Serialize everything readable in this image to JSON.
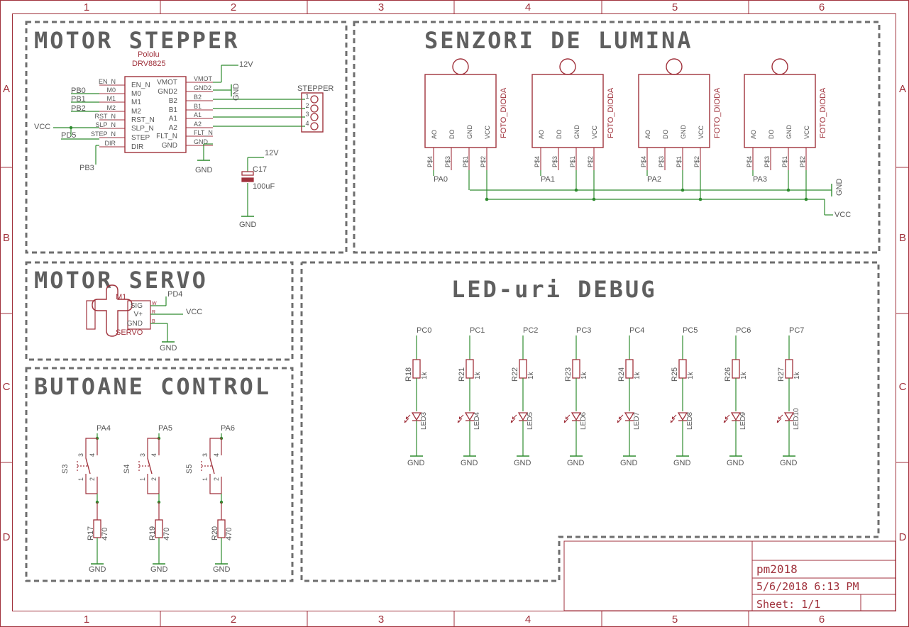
{
  "frame": {
    "columns": [
      "1",
      "2",
      "3",
      "4",
      "5",
      "6"
    ],
    "rows": [
      "A",
      "B",
      "C",
      "D"
    ]
  },
  "colors": {
    "frame": "#a0323c",
    "wire": "#2e8b2e",
    "part": "#a0323c",
    "text": "#555555",
    "dash": "#6e6e6e"
  },
  "sections": {
    "stepper": "MOTOR STEPPER",
    "light": "SENZORI DE LUMINA",
    "servo": "MOTOR SERVO",
    "buttons": "BUTOANE CONTROL",
    "leds": "LED-uri DEBUG"
  },
  "driver": {
    "brand": "Pololu",
    "model": "DRV8825",
    "left_pins": [
      "EN_N",
      "M0",
      "M1",
      "M2",
      "RST_N",
      "SLP_N",
      "STEP",
      "DIR"
    ],
    "right_pins": [
      "VMOT",
      "GND2",
      "B2",
      "B1",
      "A1",
      "A2",
      "FLT_N",
      "GND"
    ],
    "left_nets": [
      "EN_N",
      "M0",
      "M1",
      "M2",
      "RST_N",
      "SLP_N",
      "STEP_N",
      "DIR"
    ],
    "right_nets": [
      "VMOT",
      "GND2",
      "B2",
      "B1",
      "A1",
      "A2",
      "FLT_N",
      "GND"
    ],
    "pb0": "PB0",
    "pb1": "PB1",
    "pb2": "PB2",
    "vcc": "VCC",
    "pd5": "PD5",
    "pb3": "PB3",
    "v12": "12V",
    "gnd_vert": "GND",
    "gnd": "GND"
  },
  "stepper_conn": {
    "name": "STEPPER",
    "pins": [
      "1",
      "2",
      "3",
      "4"
    ]
  },
  "capacitor": {
    "name": "C17",
    "value": "100uF",
    "v12": "12V",
    "gnd": "GND"
  },
  "sensors": {
    "part_label": "FOTO_DIODA",
    "pin_labels": [
      "AO",
      "DO",
      "GND",
      "VCC"
    ],
    "pad_labels": [
      "P$4",
      "P$3",
      "P$1",
      "P$2"
    ],
    "nets": [
      "PA0",
      "PA1",
      "PA2",
      "PA3"
    ],
    "gnd": "GND",
    "vcc": "VCC"
  },
  "servo": {
    "ref": "M1",
    "name": "SERVO",
    "pins": [
      "SIG",
      "V+",
      "GND"
    ],
    "pin_codes": [
      "W",
      "R",
      "B"
    ],
    "nets": [
      "PD4",
      "VCC"
    ],
    "gnd": "GND"
  },
  "buttons": {
    "items": [
      {
        "sw": "S3",
        "res": "R17",
        "net": "PA4"
      },
      {
        "sw": "S4",
        "res": "R19",
        "net": "PA5"
      },
      {
        "sw": "S5",
        "res": "R20",
        "net": "PA6"
      }
    ],
    "res_value": "470",
    "pin_nums": [
      "3",
      "4",
      "1",
      "2"
    ],
    "gnd": "GND"
  },
  "leds": {
    "items": [
      {
        "net": "PC0",
        "res": "R18",
        "led": "LED3"
      },
      {
        "net": "PC1",
        "res": "R21",
        "led": "LED4"
      },
      {
        "net": "PC2",
        "res": "R22",
        "led": "LED5"
      },
      {
        "net": "PC3",
        "res": "R23",
        "led": "LED6"
      },
      {
        "net": "PC4",
        "res": "R24",
        "led": "LED7"
      },
      {
        "net": "PC5",
        "res": "R25",
        "led": "LED8"
      },
      {
        "net": "PC6",
        "res": "R26",
        "led": "LED9"
      },
      {
        "net": "PC7",
        "res": "R27",
        "led": "LED10"
      }
    ],
    "res_value": "1k",
    "gnd": "GND"
  },
  "title_block": {
    "project": "pm2018",
    "date": "5/6/2018 6:13 PM",
    "sheet": "Sheet: 1/1"
  }
}
